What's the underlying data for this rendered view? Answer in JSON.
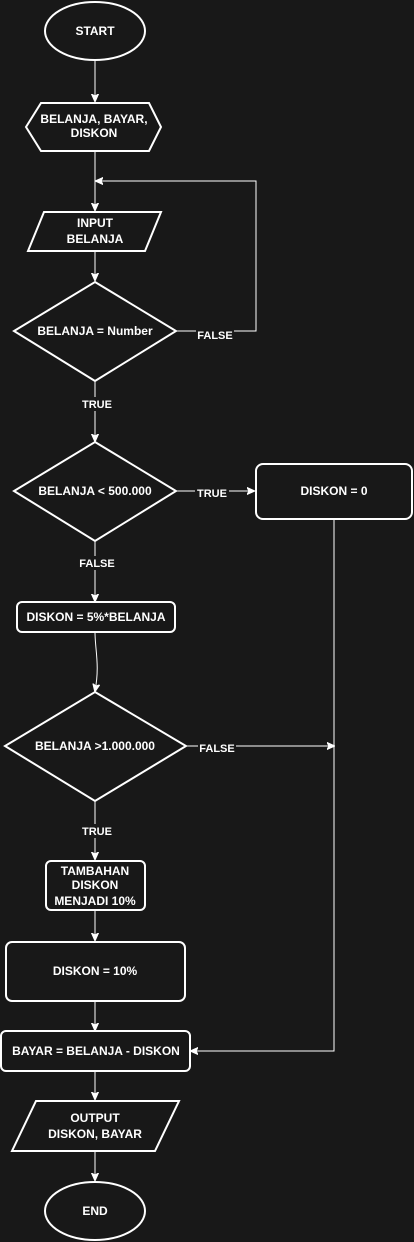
{
  "diagram": {
    "nodes": {
      "start": "START",
      "input_vars": [
        "BELANJA, BAYAR,",
        "DISKON"
      ],
      "input_belanja": [
        "INPUT",
        "BELANJA"
      ],
      "check_number": "BELANJA = Number",
      "check_500k": "BELANJA < 500.000",
      "diskon_zero": "DISKON = 0",
      "diskon_5pct": "DISKON = 5%*BELANJA",
      "check_1m": "BELANJA >1.000.000",
      "tambahan": [
        "TAMBAHAN",
        "DISKON",
        "MENJADI 10%"
      ],
      "diskon_10pct": "DISKON = 10%",
      "bayar": "BAYAR = BELANJA - DISKON",
      "output": [
        "OUTPUT",
        "DISKON, BAYAR"
      ],
      "end": "END"
    },
    "edges": {
      "number_false": "FALSE",
      "number_true": "TRUE",
      "check500_true": "TRUE",
      "check500_false": "FALSE",
      "check1m_false": "FALSE",
      "check1m_true": "TRUE"
    }
  }
}
